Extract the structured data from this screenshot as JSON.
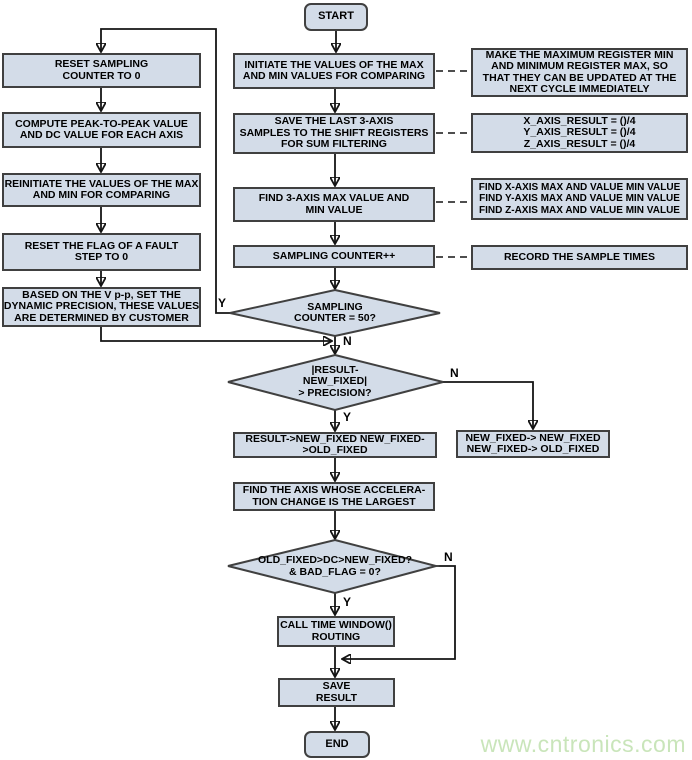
{
  "colors": {
    "background": "#ffffff",
    "node_fill": "#d3dce8",
    "node_border": "#404040",
    "line": "#141414",
    "watermark": "#c9e5ba"
  },
  "nodes": {
    "start": {
      "lines": [
        "START"
      ]
    },
    "reset_counter": {
      "lines": [
        "RESET SAMPLING",
        "COUNTER TO 0"
      ]
    },
    "compute_peak": {
      "lines": [
        "COMPUTE PEAK-TO-PEAK VALUE",
        "AND DC VALUE FOR EACH AXIS"
      ]
    },
    "reinitiate_max_min": {
      "lines": [
        "REINITIATE THE VALUES OF THE MAX",
        "AND MIN FOR COMPARING"
      ]
    },
    "reset_fault_flag": {
      "lines": [
        "RESET THE FLAG OF A FAULT",
        "STEP TO 0"
      ]
    },
    "set_dynamic_precision": {
      "lines": [
        "BASED ON THE V p-p, SET THE",
        "DYNAMIC PRECISION, THESE VALUES",
        "ARE DETERMINED BY CUSTOMER"
      ]
    },
    "init_max_min": {
      "lines": [
        "INITIATE THE VALUES OF THE MAX",
        "AND MIN VALUES FOR COMPARING"
      ]
    },
    "save_samples": {
      "lines": [
        "SAVE THE LAST 3-AXIS",
        "SAMPLES TO THE SHIFT REGISTERS",
        "FOR SUM FILTERING"
      ]
    },
    "find_max_min": {
      "lines": [
        "FIND 3-AXIS MAX VALUE AND",
        "MIN VALUE"
      ]
    },
    "sampling_counter_inc": {
      "lines": [
        "SAMPLING COUNTER++"
      ]
    },
    "decision_sampling_counter": {
      "lines": [
        "SAMPLING",
        "COUNTER = 50?"
      ]
    },
    "decision_result_precision": {
      "lines": [
        "|RESULT-",
        "NEW_FIXED|",
        "> PRECISION?"
      ]
    },
    "result_to_fixed": {
      "lines": [
        "RESULT->NEW_FIXED NEW_FIXED-",
        ">OLD_FIXED"
      ]
    },
    "find_axis_largest": {
      "lines": [
        "FIND THE AXIS WHOSE ACCELERA-",
        "TION CHANGE IS THE LARGEST"
      ]
    },
    "decision_old_fixed": {
      "lines": [
        "OLD_FIXED>DC>NEW_FIXED?",
        "& BAD_FLAG = 0?"
      ]
    },
    "call_time_window": {
      "lines": [
        "CALL TIME WINDOW()",
        "ROUTING"
      ]
    },
    "save_result": {
      "lines": [
        "SAVE",
        "RESULT"
      ]
    },
    "end": {
      "lines": [
        "END"
      ]
    },
    "make_registers": {
      "lines": [
        "MAKE THE MAXIMUM REGISTER MIN",
        "AND MINIMUM REGISTER MAX, SO",
        "THAT THEY CAN BE UPDATED AT THE",
        "NEXT CYCLE IMMEDIATELY"
      ]
    },
    "axis_result": {
      "lines": [
        "X_AXIS_RESULT = ()/4",
        "Y_AXIS_RESULT = ()/4",
        "Z_AXIS_RESULT = ()/4"
      ]
    },
    "find_xyz": {
      "lines": [
        "FIND X-AXIS MAX AND VALUE MIN VALUE",
        "FIND Y-AXIS MAX AND VALUE MIN VALUE",
        "FIND Z-AXIS MAX AND VALUE MIN VALUE"
      ]
    },
    "record_times": {
      "lines": [
        "RECORD THE SAMPLE TIMES"
      ]
    },
    "new_fixed_assign": {
      "lines": [
        "NEW_FIXED-> NEW_FIXED",
        "NEW_FIXED-> OLD_FIXED"
      ]
    }
  },
  "branch_labels": {
    "d1_yes": "Y",
    "d1_no": "N",
    "d2_yes": "Y",
    "d2_no": "N",
    "d3_yes": "Y",
    "d3_no": "N"
  },
  "watermark": {
    "text": "www.cntronics.com"
  }
}
